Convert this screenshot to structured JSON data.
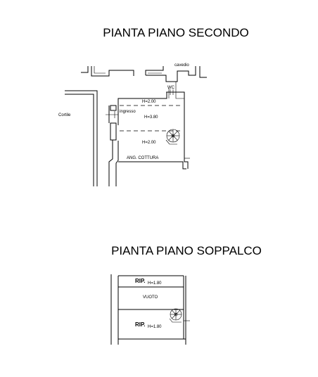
{
  "plan_top": {
    "title": "PIANTA PIANO SECONDO",
    "labels": {
      "cavedio": "cavedio",
      "wc": "WC",
      "cortile": "Cortile",
      "ingresso": "ingresso",
      "h1": "H=2.00",
      "h2": "H=3.80",
      "h3": "H=2.00",
      "kitchen": "ANG. COTTURA"
    }
  },
  "plan_bottom": {
    "title": "PIANTA PIANO SOPPALCO",
    "labels": {
      "rip1": "RIP.",
      "rip1_h": "H=1.80",
      "vuoto": "VUOTO",
      "rip2": "RIP.",
      "rip2_h": "H=1.80"
    }
  }
}
